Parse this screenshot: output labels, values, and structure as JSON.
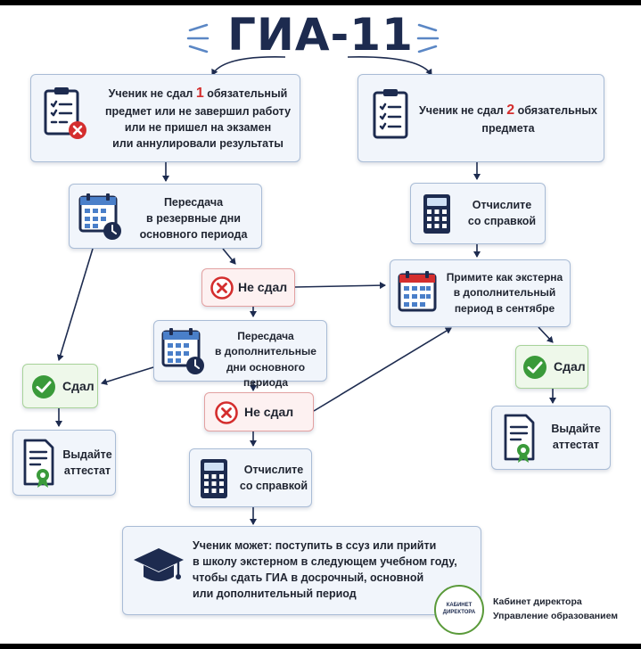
{
  "title": "ГИА-11",
  "left_branch": {
    "start": {
      "text_before": "Ученик не сдал ",
      "number": "1",
      "text_after": " обязательный",
      "line2": "предмет или не завершил работу",
      "line3": "или не пришел на экзамен",
      "line4": "или аннулировали результаты"
    },
    "retake1": {
      "line1": "Пересдача",
      "line2": "в резервные дни",
      "line3": "основного периода"
    },
    "failed1": "Не сдал",
    "retake2": {
      "line1": "Пересдача",
      "line2": "в дополнительные",
      "line3": "дни основного периода"
    },
    "failed2": "Не сдал",
    "passed": "Сдал",
    "certificate": {
      "line1": "Выдайте",
      "line2": "аттестат"
    },
    "expel": {
      "line1": "Отчислите",
      "line2": "со справкой"
    },
    "final": {
      "line1": "Ученик может: поступить в ссуз или прийти",
      "line2": "в школу экстерном в следующем учебном году,",
      "line3": "чтобы сдать ГИА в досрочный, основной",
      "line4": "или дополнительный период"
    }
  },
  "right_branch": {
    "start": {
      "text_before": "Ученик не сдал ",
      "number": "2",
      "text_after": " обязательных",
      "line2": "предмета"
    },
    "expel": {
      "line1": "Отчислите",
      "line2": "со справкой"
    },
    "external": {
      "line1": "Примите как экстерна",
      "line2": "в дополнительный",
      "line3": "период в сентябре"
    },
    "passed": "Сдал",
    "certificate": {
      "line1": "Выдайте",
      "line2": "аттестат"
    }
  },
  "brand": {
    "logo_line1": "КАБИНЕТ",
    "logo_line2": "ДИРЕКТОРА",
    "line1": "Кабинет директора",
    "line2": "Управление образованием"
  },
  "colors": {
    "navy": "#1d2b4f",
    "box_border": "#a9bcd6",
    "box_fill": "#f1f5fb",
    "red": "#d42e2e",
    "green": "#3a9a3a"
  },
  "icons": {
    "clipboard": "clipboard-icon",
    "calendar": "calendar-icon",
    "calculator": "calculator-icon",
    "fail": "cross-circle-icon",
    "pass": "check-circle-icon",
    "certificate": "certificate-icon",
    "graduation": "graduation-cap-icon"
  }
}
